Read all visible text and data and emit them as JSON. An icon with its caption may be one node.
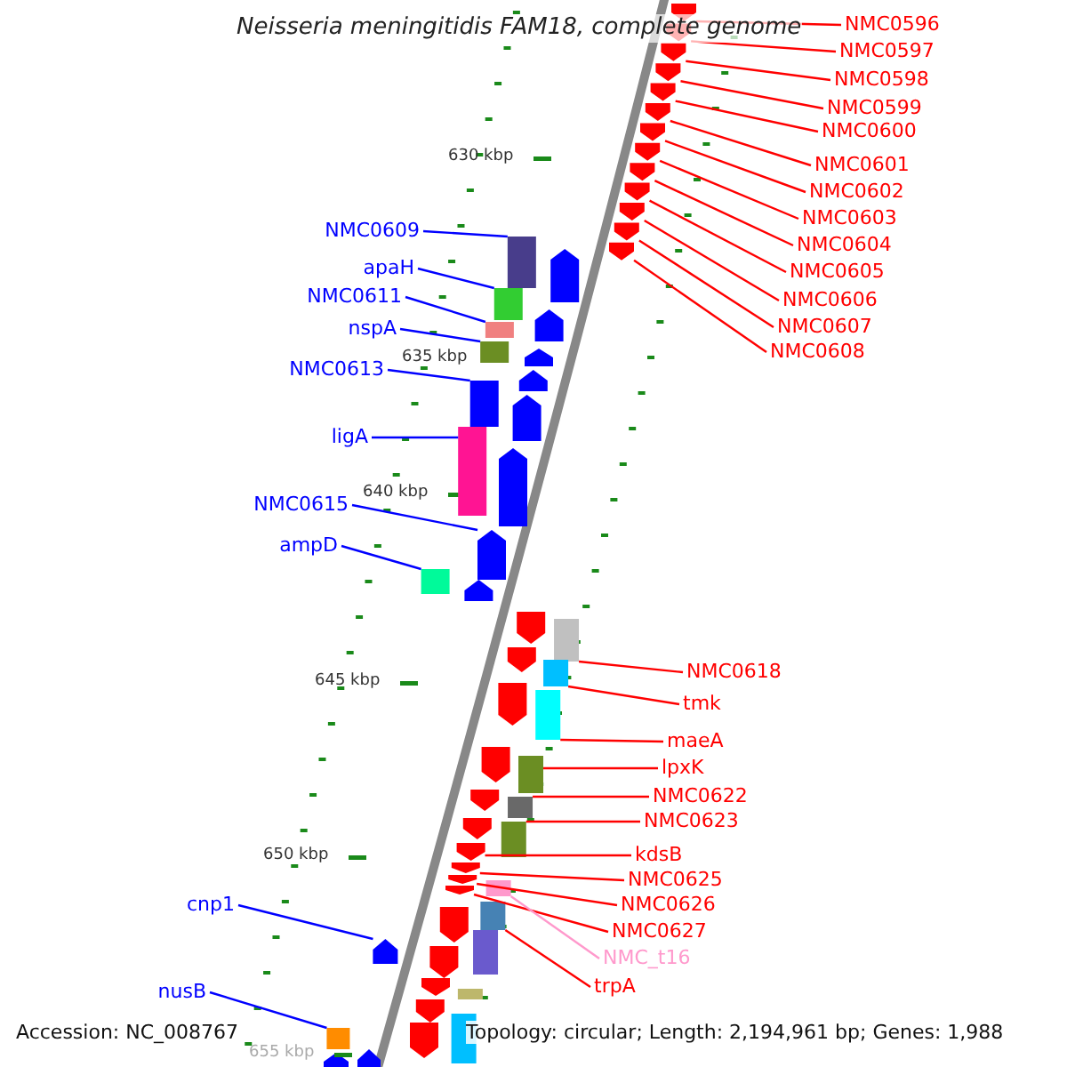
{
  "diagram": {
    "title": "Neisseria meningitidis FAM18, complete genome",
    "nodes": [
      {
        "text": [
          "NMC0596"
        ]
      },
      {
        "text": [
          "NMC0597"
        ]
      },
      {
        "text": [
          "NMC0598"
        ]
      },
      {
        "text": [
          "NMC0599"
        ]
      },
      {
        "text": [
          "NMC0600"
        ]
      },
      {
        "text": [
          "NMC0601"
        ]
      },
      {
        "text": [
          "NMC0602"
        ]
      },
      {
        "text": [
          "NMC0603"
        ]
      },
      {
        "text": [
          "NMC0604"
        ]
      },
      {
        "text": [
          "NMC0605"
        ]
      },
      {
        "text": [
          "NMC0606"
        ]
      },
      {
        "text": [
          "NMC0607"
        ]
      },
      {
        "text": [
          "NMC0608"
        ]
      },
      {
        "text": [
          "NMC0609"
        ]
      },
      {
        "text": [
          "apaH"
        ]
      },
      {
        "text": [
          "NMC0611"
        ]
      },
      {
        "text": [
          "nspA"
        ]
      },
      {
        "text": [
          "NMC0613"
        ]
      },
      {
        "text": [
          "ligA"
        ]
      },
      {
        "text": [
          "NMC0615"
        ]
      },
      {
        "text": [
          "ampD"
        ]
      },
      {
        "text": [
          "NMC0618"
        ]
      },
      {
        "text": [
          "tmk"
        ]
      },
      {
        "text": [
          "maeA"
        ]
      },
      {
        "text": [
          "lpxK"
        ]
      },
      {
        "text": [
          "NMC0622"
        ]
      },
      {
        "text": [
          "NMC0623"
        ]
      },
      {
        "text": [
          "kdsB"
        ]
      },
      {
        "text": [
          "NMC0625"
        ]
      },
      {
        "text": [
          "NMC0626"
        ]
      },
      {
        "text": [
          "NMC0627"
        ]
      },
      {
        "text": [
          "NMC_t16"
        ]
      },
      {
        "text": [
          "trpA"
        ]
      },
      {
        "text": [
          "cnp1"
        ]
      },
      {
        "text": [
          "nusB"
        ]
      },
      {
        "text": [],
        "shape": "pentagon"
      },
      {
        "text": [],
        "shape": "pentagon"
      },
      {
        "text": [],
        "shape": "pentagon"
      },
      {
        "text": [],
        "shape": "pentagon"
      },
      {
        "text": [],
        "shape": "pentagon"
      },
      {
        "text": [],
        "shape": "pentagon"
      },
      {
        "text": [],
        "shape": "pentagon"
      },
      {
        "text": [],
        "shape": "pentagon"
      },
      {
        "text": [],
        "shape": "pentagon"
      },
      {
        "text": [],
        "shape": "pentagon"
      },
      {
        "text": [],
        "shape": "pentagon"
      },
      {
        "text": [],
        "shape": "pentagon"
      },
      {
        "text": [],
        "shape": "pentagon"
      },
      {
        "text": [],
        "shape": "bar"
      },
      {
        "text": [],
        "shape": "bar"
      },
      {
        "text": [],
        "shape": "bar"
      },
      {
        "text": [],
        "shape": "bar"
      },
      {
        "text": [],
        "shape": "bar"
      },
      {
        "text": [],
        "shape": "bar"
      },
      {
        "text": [],
        "shape": "pentagon"
      },
      {
        "text": [],
        "shape": "bar"
      },
      {
        "text": [],
        "shape": "bar"
      },
      {
        "text": [],
        "shape": "bar"
      },
      {
        "text": [],
        "shape": "bar"
      },
      {
        "text": [],
        "shape": "bar"
      },
      {
        "text": [],
        "shape": "bar"
      },
      {
        "text": [],
        "shape": "bar"
      },
      {
        "text": [],
        "shape": "pentagon"
      },
      {
        "text": [],
        "shape": "pentagon"
      },
      {
        "text": [],
        "shape": "pentagon"
      },
      {
        "text": [],
        "shape": "pentagon"
      },
      {
        "text": [],
        "shape": "bar"
      },
      {
        "text": [],
        "shape": "bar"
      },
      {
        "text": [],
        "shape": "pentagon"
      },
      {
        "text": [],
        "shape": "bar"
      }
    ],
    "edges": [
      {
        "from": 0,
        "to": 35,
        "arrow": "none"
      },
      {
        "from": 1,
        "to": 36,
        "arrow": "none"
      },
      {
        "from": 2,
        "to": 37,
        "arrow": "none"
      },
      {
        "from": 3,
        "to": 38,
        "arrow": "none"
      },
      {
        "from": 4,
        "to": 39,
        "arrow": "none"
      },
      {
        "from": 5,
        "to": 40,
        "arrow": "none"
      },
      {
        "from": 6,
        "to": 41,
        "arrow": "none"
      },
      {
        "from": 7,
        "to": 42,
        "arrow": "none"
      },
      {
        "from": 8,
        "to": 43,
        "arrow": "none"
      },
      {
        "from": 9,
        "to": 44,
        "arrow": "none"
      },
      {
        "from": 10,
        "to": 45,
        "arrow": "none"
      },
      {
        "from": 11,
        "to": 46,
        "arrow": "none"
      },
      {
        "from": 12,
        "to": 47,
        "arrow": "none"
      },
      {
        "from": 13,
        "to": 48,
        "arrow": "none",
        "color": "#0000ff"
      },
      {
        "from": 14,
        "to": 49,
        "arrow": "none",
        "color": "#0000ff"
      },
      {
        "from": 15,
        "to": 50,
        "arrow": "none",
        "color": "#0000ff"
      },
      {
        "from": 16,
        "to": 51,
        "arrow": "none",
        "color": "#0000ff"
      },
      {
        "from": 17,
        "to": 52,
        "arrow": "none",
        "color": "#0000ff"
      },
      {
        "from": 18,
        "to": 53,
        "arrow": "none",
        "color": "#0000ff"
      },
      {
        "from": 19,
        "to": 54,
        "arrow": "none",
        "color": "#0000ff"
      },
      {
        "from": 20,
        "to": 55,
        "arrow": "none",
        "color": "#0000ff"
      },
      {
        "from": 21,
        "to": 56,
        "arrow": "none"
      },
      {
        "from": 22,
        "to": 57,
        "arrow": "none"
      },
      {
        "from": 23,
        "to": 58,
        "arrow": "none"
      },
      {
        "from": 24,
        "to": 59,
        "arrow": "none"
      },
      {
        "from": 25,
        "to": 60,
        "arrow": "none"
      },
      {
        "from": 26,
        "to": 61,
        "arrow": "none"
      },
      {
        "from": 27,
        "to": 62,
        "arrow": "none"
      },
      {
        "from": 28,
        "to": 63,
        "arrow": "none"
      },
      {
        "from": 29,
        "to": 64,
        "arrow": "none"
      },
      {
        "from": 30,
        "to": 65,
        "arrow": "none"
      },
      {
        "from": 31,
        "to": 66,
        "arrow": "none",
        "color": "#ff99cc"
      },
      {
        "from": 32,
        "to": 67,
        "arrow": "none"
      },
      {
        "from": 33,
        "to": 68,
        "arrow": "none",
        "color": "#0000ff"
      },
      {
        "from": 34,
        "to": 69,
        "arrow": "none",
        "color": "#0000ff"
      }
    ],
    "labels": [
      "630 kbp",
      "635 kbp",
      "640 kbp",
      "645 kbp",
      "650 kbp",
      "655 kbp",
      "Accession: NC_008767",
      "Topology: circular; Length: 2,194,961 bp; Genes: 1,988"
    ]
  }
}
